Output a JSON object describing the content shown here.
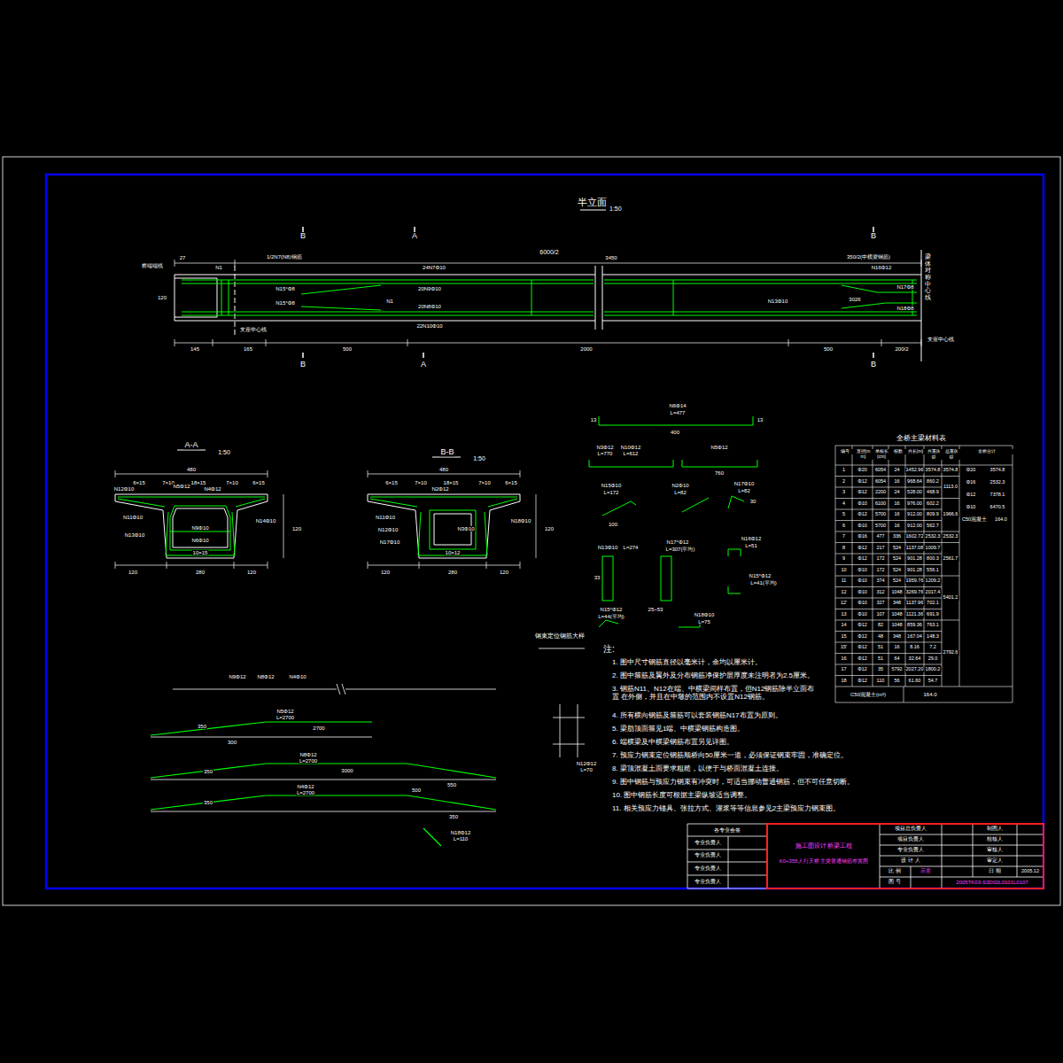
{
  "diagram": {
    "labels": [
      "半立面",
      "1:50",
      "B",
      "A",
      "B",
      "B",
      "A",
      "B",
      "6000/2",
      "3450",
      "27",
      "1/2N7(N8)钢筋",
      "350/2(中横梁钢筋)",
      "桥端端线",
      "120",
      "N1",
      "N15°Φ8",
      "24N7Φ10",
      "20N9Φ10",
      "N16Φ12",
      "N17Φ8",
      "3026",
      "N1",
      "N15°Φ8",
      "20N8Φ10",
      "22N10Φ10",
      "N13Φ10",
      "N18Φ8",
      "支座中心线",
      "145",
      "165",
      "500",
      "2000",
      "500",
      "200/2",
      "支座中心线",
      "梁体对称中心线",
      "A-A",
      "1:50",
      "480",
      "6×15",
      "7×10",
      "18×15",
      "7×10",
      "6×15",
      "N12Φ10",
      "N11Φ10",
      "N13Φ10",
      "N5Φ12",
      "N4Φ12",
      "N14Φ10",
      "N9Φ10",
      "N6Φ10",
      "120",
      "280",
      "120",
      "10×15",
      "120",
      "B-B",
      "1:50",
      "480",
      "6×15",
      "7×10",
      "18×15",
      "7×10",
      "6×15",
      "N11Φ10",
      "N12Φ10",
      "N17Φ10",
      "N18Φ10",
      "N2Φ12",
      "N3Φ10",
      "120",
      "280",
      "120",
      "10×12",
      "120",
      "N6Φ14",
      "L=477",
      "400",
      "13",
      "13",
      "N3Φ12",
      "L=770",
      "N10Φ12",
      "L=612",
      "N5Φ12",
      "760",
      "N15Φ10",
      "L=172",
      "N2Φ10",
      "L=82",
      "N17Φ10",
      "L=82",
      "100",
      "30",
      "N13Φ10",
      "L=274",
      "N17°Φ12",
      "L=307(平均)",
      "N16Φ12",
      "L=51",
      "N15°Φ12",
      "L=41(平均)",
      "N15°Φ12",
      "L=44(平均)",
      "N18Φ10",
      "L=75",
      "33",
      "25~53",
      "N9Φ12",
      "N8Φ12",
      "N4Φ10",
      "N5Φ12",
      "L=2700",
      "2700",
      "300",
      "350",
      "N8Φ12",
      "L=2700",
      "3000",
      "350",
      "550",
      "500",
      "N4Φ12",
      "L=2700",
      "350",
      "350",
      "钢束定位钢筋大样",
      "N12Φ12",
      "L=70",
      "N18Φ12",
      "L=110",
      "注:",
      "1. 图中尺寸钢筋直径以毫米计，余均以厘米计。",
      "2. 图中箍筋及翼外及分布钢筋净保护层厚度未注明者为2.5厘米。",
      "3. 钢筋N11、N12在端、中横梁间样布置，但N12钢筋除半立面布置 在外侧，并且在中墩的范围内不设置N12钢筋。",
      "4. 所有横向钢筋及箍筋可以套装钢筋N17布置为原则。",
      "5. 梁肋顶面箍见1端、中横梁钢筋构造图。",
      "6. 端横梁及中横梁钢筋布置另见详图。",
      "7. 预应力钢束定位钢筋顺桥向50厘米一道，必须保证钢束牢固，准确定位。",
      "8. 梁顶混凝土面要求粗糙，以便于与桥面混凝土连接。",
      "9. 图中钢筋与预应力钢束有冲突时，可适当挪动普通钢筋，但不可任意切断。",
      "10. 图中钢筋长度可根据主梁纵坡适当调整。",
      "11. 相关预应力锚具、张拉方式、灌浆等等信息参见2主梁预应力钢束图。",
      "全桥主梁材料表",
      "3574.8",
      "1113.0",
      "1966.6",
      "2532.3",
      "2561.7",
      "5401.2",
      "2792.6",
      "Φ20",
      "3574.8",
      "Φ16",
      "2532.3",
      "Φ12",
      "7378.1",
      "Φ10",
      "6470.5",
      "C50混凝土",
      "164.0",
      "C50混凝土(m³)",
      "164.0",
      "各专业会签",
      "专业负责人",
      "专业负责人",
      "专业负责人",
      "专业负责人",
      "施工图设计 桥梁工程",
      "K0+355人行天桥 主梁普通钢筋布置图",
      "项目总负责人",
      "项目负责人",
      "专业负责人",
      "设 计 人",
      "比 例",
      "示意",
      "日 期",
      "2005.12",
      "图 号",
      "2005TK03-S3D02L0101L0107",
      "制图人",
      "校核人",
      "审核人",
      "审定人",
      "编号",
      "直径(mm)",
      "单根长(cm)",
      "根数",
      "共长(m)",
      "共重(kg)",
      "总重(kg)",
      "全桥合计",
      "1",
      "Φ20",
      "6054",
      "24",
      "1452.96",
      "3574.8",
      "2",
      "Φ12",
      "6054",
      "16",
      "968.64",
      "860.2",
      "3",
      "Φ12",
      "2200",
      "24",
      "528.00",
      "468.9",
      "4",
      "Φ10",
      "6100",
      "16",
      "976.00",
      "602.2",
      "5",
      "Φ12",
      "5700",
      "16",
      "912.00",
      "809.9",
      "6",
      "Φ10",
      "5700",
      "16",
      "912.00",
      "562.7",
      "7",
      "Φ16",
      "477",
      "336",
      "1602.72",
      "2532.3",
      "8",
      "Φ12",
      "217",
      "524",
      "1137.08",
      "1009.7",
      "9",
      "Φ12",
      "172",
      "524",
      "901.28",
      "800.3",
      "10",
      "Φ10",
      "172",
      "524",
      "901.28",
      "556.1",
      "11",
      "Φ10",
      "374",
      "524",
      "1959.76",
      "1209.2",
      "12",
      "Φ10",
      "312",
      "1048",
      "3269.76",
      "2017.4",
      "12'",
      "Φ10",
      "327",
      "348",
      "1137.96",
      "702.1",
      "13",
      "Φ10",
      "107",
      "1048",
      "1121.36",
      "691.9",
      "14",
      "Φ12",
      "82",
      "1048",
      "859.36",
      "763.1",
      "15",
      "Φ12",
      "48",
      "348",
      "167.04",
      "148.3",
      "15'",
      "Φ12",
      "51",
      "16",
      "8.16",
      "7.2",
      "16",
      "Φ12",
      "51",
      "64",
      "32.64",
      "29.0",
      "17",
      "Φ12",
      "35",
      "5792",
      "2027.20",
      "1800.2",
      "18",
      "Φ12",
      "110",
      "56",
      "61.60",
      "54.7"
    ]
  }
}
